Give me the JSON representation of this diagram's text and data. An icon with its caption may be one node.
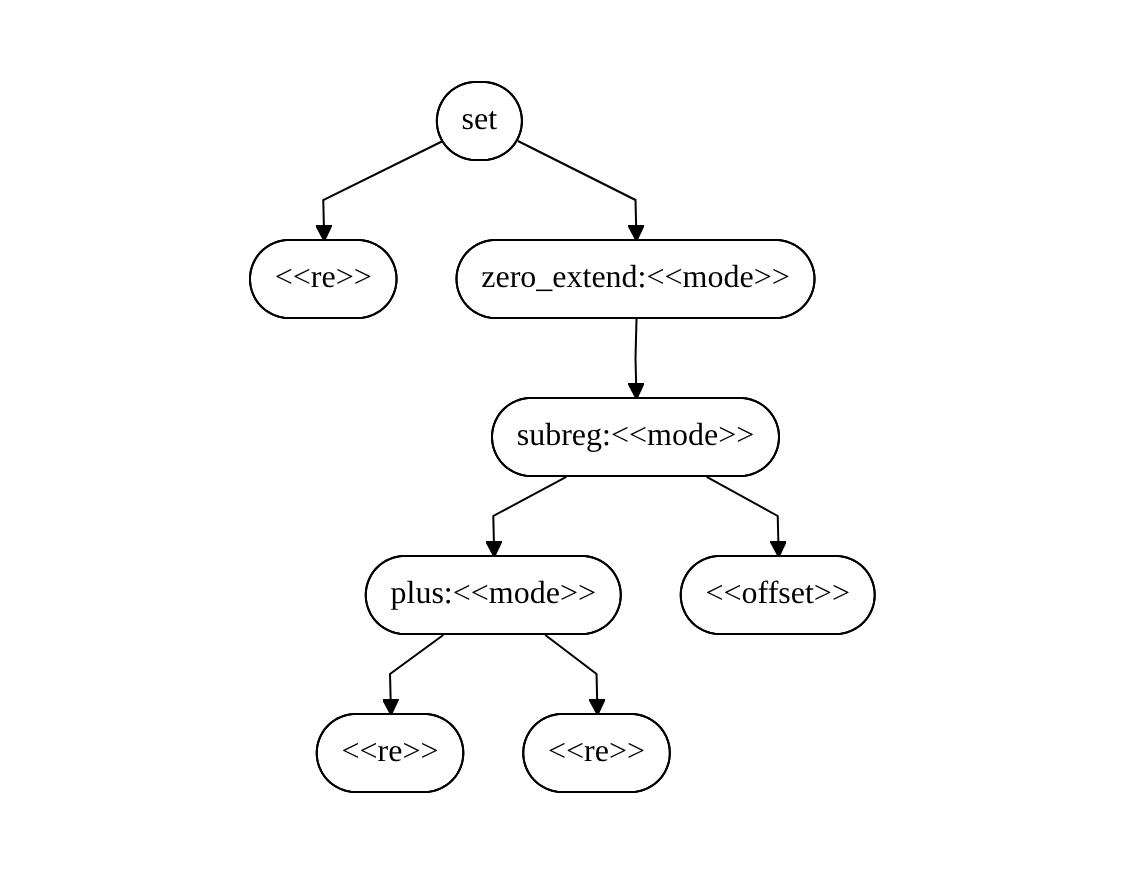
{
  "diagram": {
    "nodes": [
      {
        "text": [
          "set"
        ]
      },
      {
        "text": [
          "<<re>>"
        ]
      },
      {
        "text": [
          "zero_extend:<<mode>>"
        ]
      },
      {
        "text": [
          "subreg:<<mode>>"
        ]
      },
      {
        "text": [
          "plus:<<mode>>"
        ]
      },
      {
        "text": [
          "<<offset>>"
        ]
      },
      {
        "text": [
          "<<re>>"
        ]
      },
      {
        "text": [
          "<<re>>"
        ]
      }
    ],
    "edges": [
      {
        "from": 0,
        "to": 1,
        "arrow": "to"
      },
      {
        "from": 0,
        "to": 2,
        "arrow": "to"
      },
      {
        "from": 2,
        "to": 3,
        "arrow": "to"
      },
      {
        "from": 3,
        "to": 4,
        "arrow": "to"
      },
      {
        "from": 3,
        "to": 5,
        "arrow": "to"
      },
      {
        "from": 4,
        "to": 6,
        "arrow": "to"
      },
      {
        "from": 4,
        "to": 7,
        "arrow": "to"
      }
    ]
  }
}
